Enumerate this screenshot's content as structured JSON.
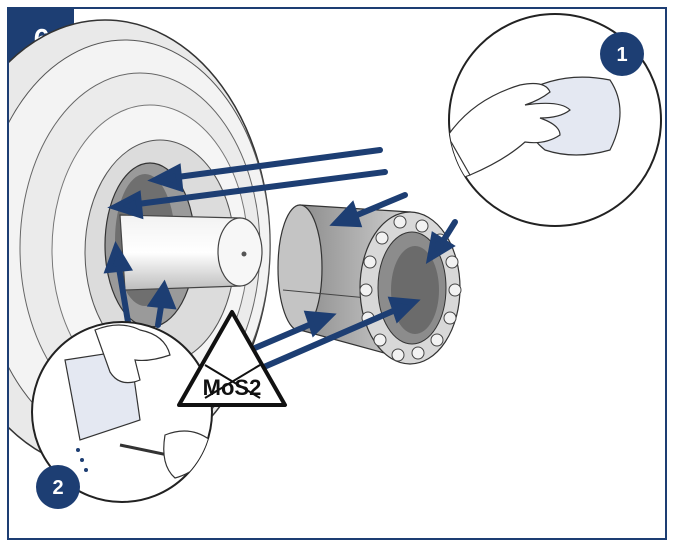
{
  "step": {
    "number": "6"
  },
  "callouts": [
    {
      "number": "1",
      "icon": "hand-wiping-cloth-icon"
    },
    {
      "number": "2",
      "icon": "hand-applying-oil-icon"
    }
  ],
  "warning": {
    "text": "MoS2",
    "icon": "no-mos2-warning-icon"
  },
  "colors": {
    "accent": "#1d3e73",
    "metal": "#c8c8c8",
    "dark_metal": "#8a8a8a",
    "outline": "#222222"
  }
}
